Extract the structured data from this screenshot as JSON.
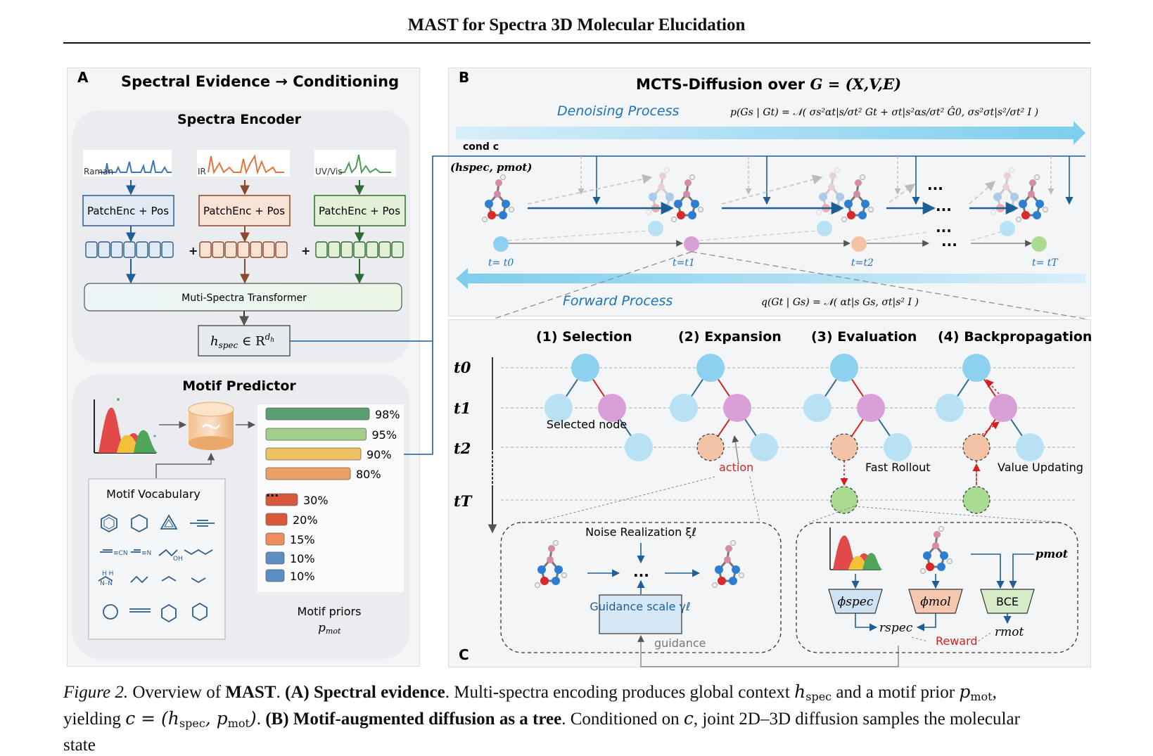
{
  "header": {
    "title": "MAST for Spectra 3D Molecular Elucidation"
  },
  "panelA": {
    "letter": "A",
    "title": "Spectral Evidence → Conditioning",
    "encoder": {
      "title": "Spectra Encoder",
      "spectra": [
        {
          "label": "Raman",
          "color": "#3a78b8"
        },
        {
          "label": "IR",
          "color": "#e5743c"
        },
        {
          "label": "UV/Vis",
          "color": "#4f9a55"
        }
      ],
      "patch_label": "PatchEnc + Pos",
      "plus": "+",
      "transformer": "Muti-Spectra Transformer",
      "hspec_label": "h",
      "hspec_sub": "spec",
      "hspec_rest": " ∈ R",
      "hspec_sup": "d",
      "hspec_supsub": "h"
    },
    "motif": {
      "title": "Motif  Predictor",
      "vocab_title": "Motif Vocabulary",
      "vocab_text": [
        "≡CN",
        "≡N",
        "OH",
        "H H",
        "N–N"
      ],
      "bars": [
        {
          "label": "98%",
          "value": 0.98,
          "color": "#5a9e6f"
        },
        {
          "label": "95%",
          "value": 0.95,
          "color": "#9fcf88"
        },
        {
          "label": "90%",
          "value": 0.9,
          "color": "#f0c065"
        },
        {
          "label": "80%",
          "value": 0.8,
          "color": "#eda066"
        },
        {
          "label": "30%",
          "value": 0.3,
          "color": "#d9573b"
        },
        {
          "label": "20%",
          "value": 0.2,
          "color": "#d9573b"
        },
        {
          "label": "15%",
          "value": 0.15,
          "color": "#ee8e5e"
        },
        {
          "label": "10%",
          "value": 0.1,
          "color": "#5b8fc4"
        },
        {
          "label": "10%",
          "value": 0.1,
          "color": "#5b8fc4"
        }
      ],
      "ellipsis": "...",
      "priors_label": "Motif priors",
      "priors_sym": "p",
      "priors_sub": "mot"
    }
  },
  "panelB": {
    "letter": "B",
    "title_prefix": "MCTS-Diffusion over ",
    "title_math": "G = (X,V,E)",
    "denoise_label": "Denoising Process",
    "denoise_formula": "p(Gs | Gt) = 𝒩( σs²αt|s/σt² Gt + σt|s²αs/σt² Ĝ0,  σs²σt|s²/σt² I )",
    "forward_label": "Forward Process",
    "forward_formula": "q(Gt | Gs) = 𝒩( αt|s Gs,  σt|s² I )",
    "cond": "cond c",
    "cond_tuple": "(hspec, pmot)",
    "dots": "...",
    "times": [
      "t= t0",
      "t=t1",
      "t=t2",
      "t= tT"
    ]
  },
  "panelC": {
    "letter": "C",
    "steps": [
      "(1) Selection",
      "(2) Expansion",
      "(3) Evaluation",
      "(4) Backpropagation"
    ],
    "rows": [
      "t0",
      "t1",
      "t2",
      "tT"
    ],
    "selected_node": "Selected node",
    "action": "action",
    "fast_rollout": "Fast Rollout",
    "value_updating": "Value Updating",
    "noise_realization": "Noise Realization ξℓ",
    "guidance_scale": "Guidance scale γℓ",
    "guidance": "guidance",
    "phi_spec": "ϕspec",
    "phi_mol": "ϕmol",
    "bce": "BCE",
    "pmot": "pmot",
    "r_spec": "rspec",
    "r_mot": "rmot",
    "reward": "Reward",
    "dots": "..."
  },
  "caption": {
    "fig": "Figure 2.",
    "t1": " Overview of ",
    "mast": "MAST",
    "t2": ". ",
    "a_head": "(A) Spectral evidence",
    "t3": ". Multi-spectra encoding produces global context ",
    "t4": " and a motif prior ",
    "t5": ",",
    "t6": "yielding ",
    "t7": ". ",
    "b_head": "(B) Motif-augmented diffusion as a tree",
    "t8": ". Conditioned on ",
    "t9": ", joint 2D–3D diffusion samples the molecular",
    "t10": "state "
  },
  "colors": {
    "blue": "#1f5f96",
    "brown": "#8b4a2b",
    "green": "#2f6b33",
    "node_blue": "#8dd0ef",
    "node_pink": "#d9a0d8",
    "node_peach": "#f3c3a5",
    "node_green": "#a9dc90",
    "red": "#d62020"
  }
}
